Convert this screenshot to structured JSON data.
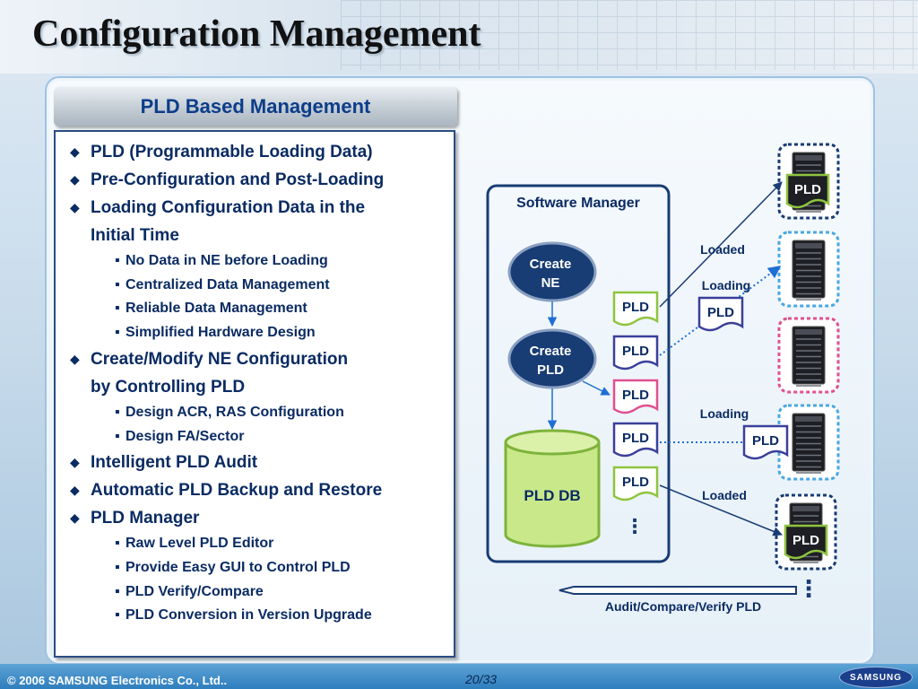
{
  "slide": {
    "title": "Configuration Management",
    "section_header": "PLD Based Management",
    "footer": {
      "copyright": "© 2006 SAMSUNG Electronics Co., Ltd..",
      "page": "20/33",
      "logo_text": "SAMSUNG"
    }
  },
  "bullets": [
    {
      "level": 1,
      "text": "PLD (Programmable Loading Data)"
    },
    {
      "level": 1,
      "text": "Pre-Configuration and Post-Loading"
    },
    {
      "level": 1,
      "text": "Loading Configuration Data in the"
    },
    {
      "level": "cont",
      "text": "Initial Time"
    },
    {
      "level": 2,
      "text": "No Data in NE before Loading"
    },
    {
      "level": 2,
      "text": "Centralized Data Management"
    },
    {
      "level": 2,
      "text": "Reliable Data Management"
    },
    {
      "level": 2,
      "text": "Simplified Hardware Design"
    },
    {
      "level": 1,
      "text": "Create/Modify NE Configuration"
    },
    {
      "level": "cont",
      "text": "by Controlling PLD"
    },
    {
      "level": 2,
      "text": "Design ACR, RAS Configuration"
    },
    {
      "level": 2,
      "text": "Design FA/Sector"
    },
    {
      "level": 1,
      "text": "Intelligent PLD Audit"
    },
    {
      "level": 1,
      "text": "Automatic PLD Backup and Restore"
    },
    {
      "level": 1,
      "text": "PLD Manager"
    },
    {
      "level": 2,
      "text": "Raw Level PLD Editor"
    },
    {
      "level": 2,
      "text": "Provide Easy GUI to Control PLD"
    },
    {
      "level": 2,
      "text": "PLD Verify/Compare"
    },
    {
      "level": 2,
      "text": "PLD Conversion in Version Upgrade"
    }
  ],
  "diagram": {
    "software_manager_label": "Software Manager",
    "create_ne": [
      "Create",
      "NE"
    ],
    "create_pld": [
      "Create",
      "PLD"
    ],
    "pld_db": "PLD DB",
    "pld": "PLD",
    "ellipsis": "⋮",
    "loaded": "Loaded",
    "loading": "Loading",
    "audit": "Audit/Compare/Verify PLD",
    "colors": {
      "navy": "#183c74",
      "blue": "#1f6ed4",
      "green": "#8fc43f",
      "purple": "#3b3f9a",
      "pink": "#e0508f",
      "db_fill": "#c9e88a",
      "db_stroke": "#7db33a",
      "text_dark": "#0a2b63"
    }
  }
}
